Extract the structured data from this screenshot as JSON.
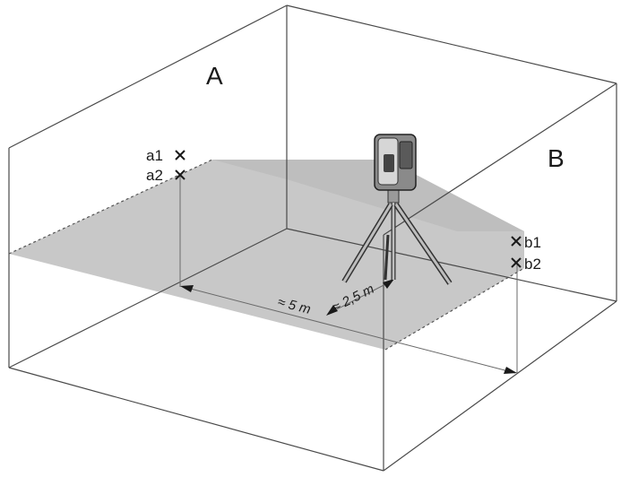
{
  "labels": {
    "wall_a": "A",
    "wall_b": "B",
    "a1": "a1",
    "a2": "a2",
    "b1": "b1",
    "b2": "b2",
    "distance_long": "≈ 5 m",
    "distance_short": "≈ 2,5 m"
  },
  "colors": {
    "room_edges": "#4a4a4a",
    "laser_plane": "#c6c6c6",
    "laser_plane_dark": "#b4b4b4",
    "device_body": "#8a8a8a"
  }
}
